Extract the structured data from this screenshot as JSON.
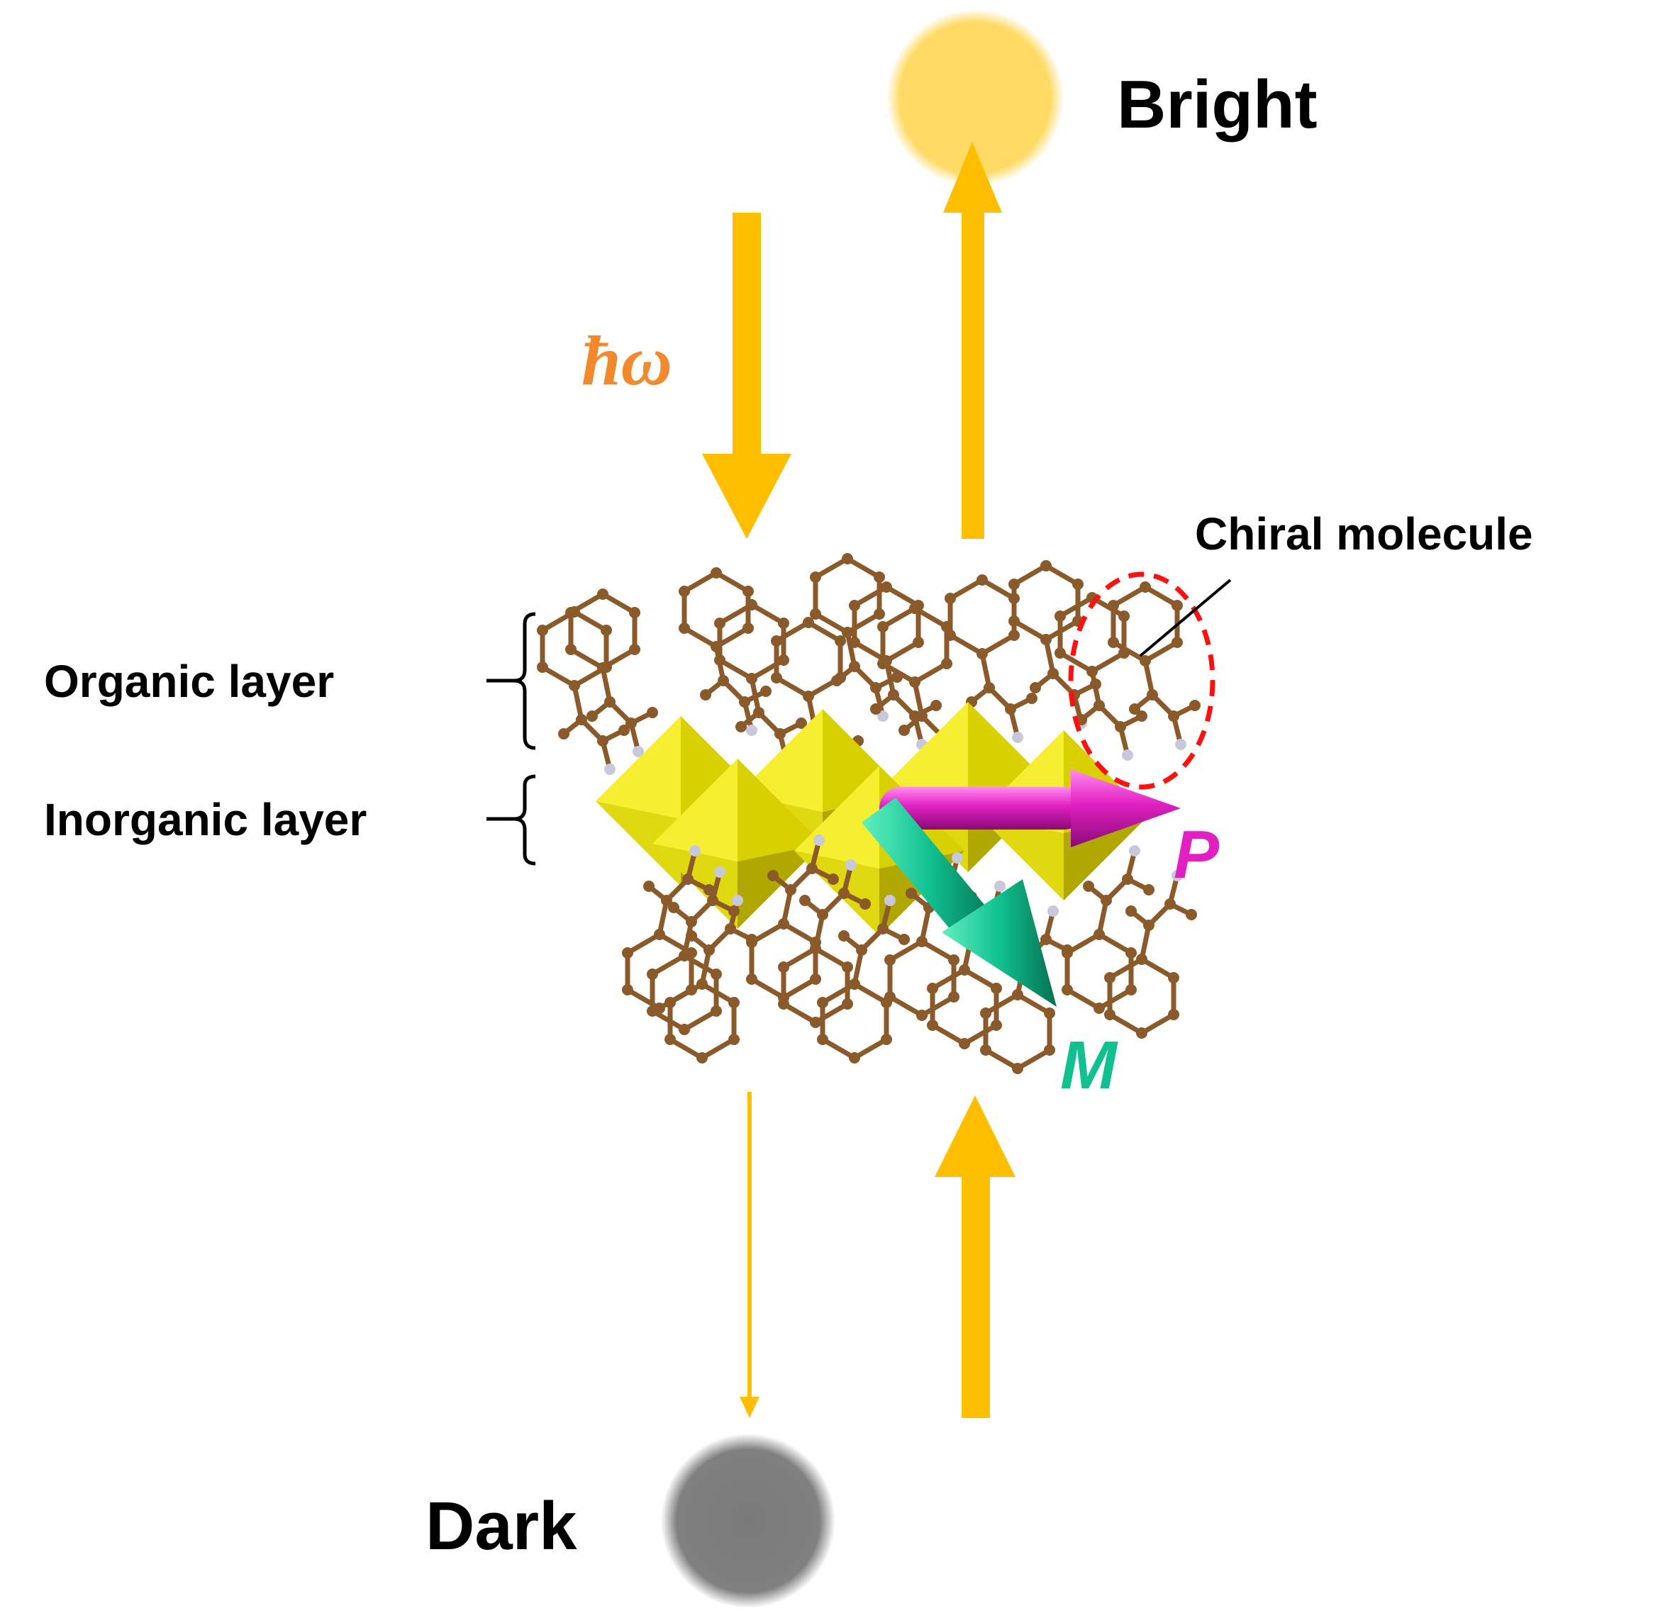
{
  "labels": {
    "bright": "Bright",
    "dark": "Dark",
    "photon": "ħω",
    "chiral_molecule": "Chiral molecule",
    "organic_layer": "Organic layer",
    "inorganic_layer": "Inorganic layer",
    "p_vector": "P",
    "m_vector": "M"
  },
  "colors": {
    "arrow": "#ffbf00",
    "bright_circle": "#ffd966",
    "dark_circle": "#808080",
    "photon_text": "#f08a2c",
    "octahedra": "#e8e020",
    "molecule": "#8b5a2b",
    "p_arrow": "#e020c0",
    "m_arrow": "#10c090",
    "chiral_ellipse": "#ff0000"
  }
}
